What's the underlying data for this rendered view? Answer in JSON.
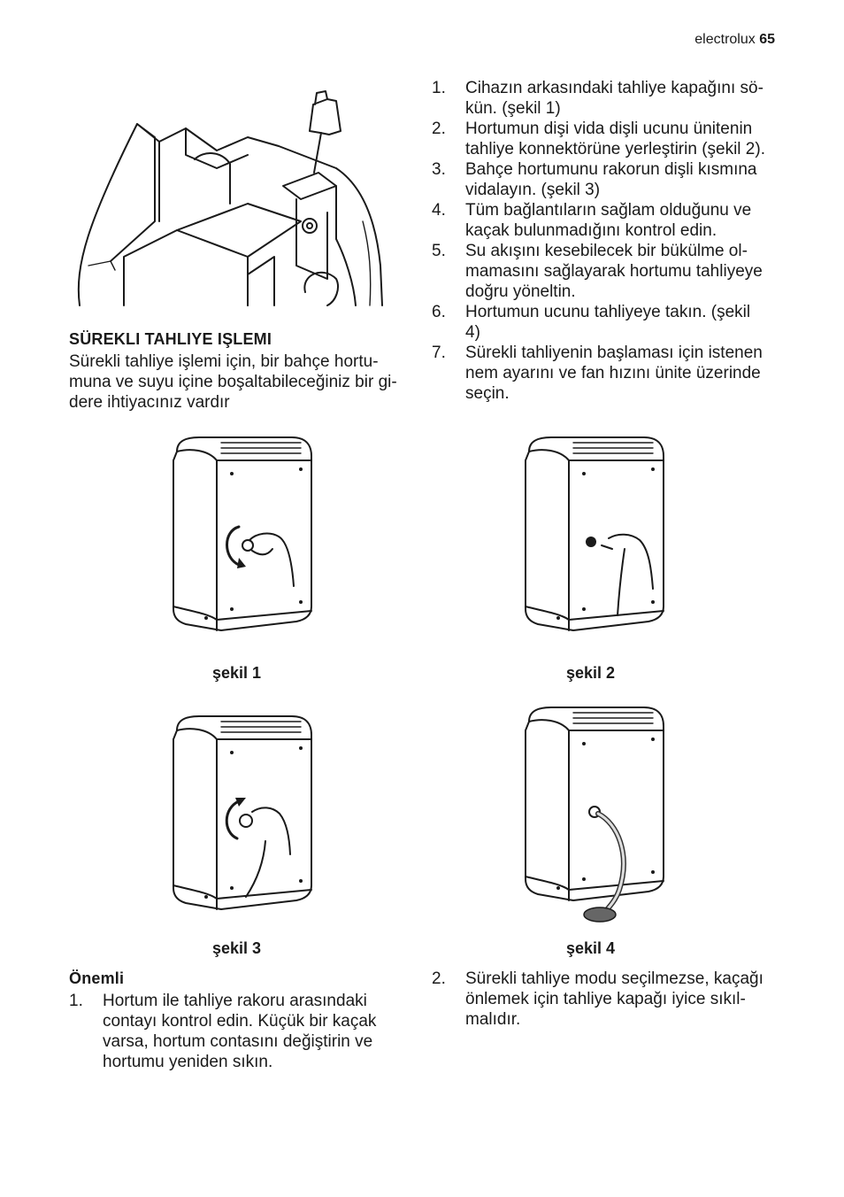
{
  "header": {
    "brand": "electrolux",
    "page": "65"
  },
  "section": {
    "title": "SÜREKLI TAHLIYE IŞLEMI",
    "intro_lines": [
      "Sürekli tahliye işlemi için, bir bahçe hortu-",
      "muna ve suyu içine boşaltabileceğiniz bir gi-",
      "dere ihtiyacınız vardır"
    ]
  },
  "steps": [
    {
      "num": "1.",
      "lines": [
        "Cihazın arkasındaki tahliye kapağını sö-",
        "kün. (şekil 1)"
      ]
    },
    {
      "num": "2.",
      "lines": [
        "Hortumun dişi vida dişli ucunu ünitenin",
        "tahliye konnektörüne yerleştirin (şekil 2)."
      ]
    },
    {
      "num": "3.",
      "lines": [
        "Bahçe hortumunu rakorun dişli kısmına",
        "vidalayın. (şekil 3)"
      ]
    },
    {
      "num": "4.",
      "lines": [
        "Tüm bağlantıların sağlam olduğunu ve",
        "kaçak bulunmadığını kontrol edin."
      ]
    },
    {
      "num": "5.",
      "lines": [
        "Su akışını kesebilecek bir bükülme ol-",
        "mamasını sağlayarak hortumu tahliyeye",
        "doğru yöneltin."
      ]
    },
    {
      "num": "6.",
      "lines": [
        "Hortumun ucunu tahliyeye takın. (şekil",
        "4)"
      ]
    },
    {
      "num": "7.",
      "lines": [
        "Sürekli tahliyenin başlaması için istenen",
        "nem ayarını ve fan hızını ünite üzerinde",
        "seçin."
      ]
    }
  ],
  "figures": {
    "fig1": "şekil 1",
    "fig2": "şekil 2",
    "fig3": "şekil 3",
    "fig4": "şekil 4"
  },
  "important": {
    "title": "Önemli",
    "items": [
      {
        "num": "1.",
        "lines": [
          "Hortum ile tahliye rakoru arasındaki",
          "contayı kontrol edin. Küçük bir kaçak",
          "varsa, hortum contasını değiştirin ve",
          "hortumu yeniden sıkın."
        ]
      },
      {
        "num": "2.",
        "lines": [
          "Sürekli tahliye modu seçilmezse, kaçağı",
          "önlemek için tahliye kapağı iyice sıkıl-",
          "malıdır."
        ]
      }
    ]
  }
}
